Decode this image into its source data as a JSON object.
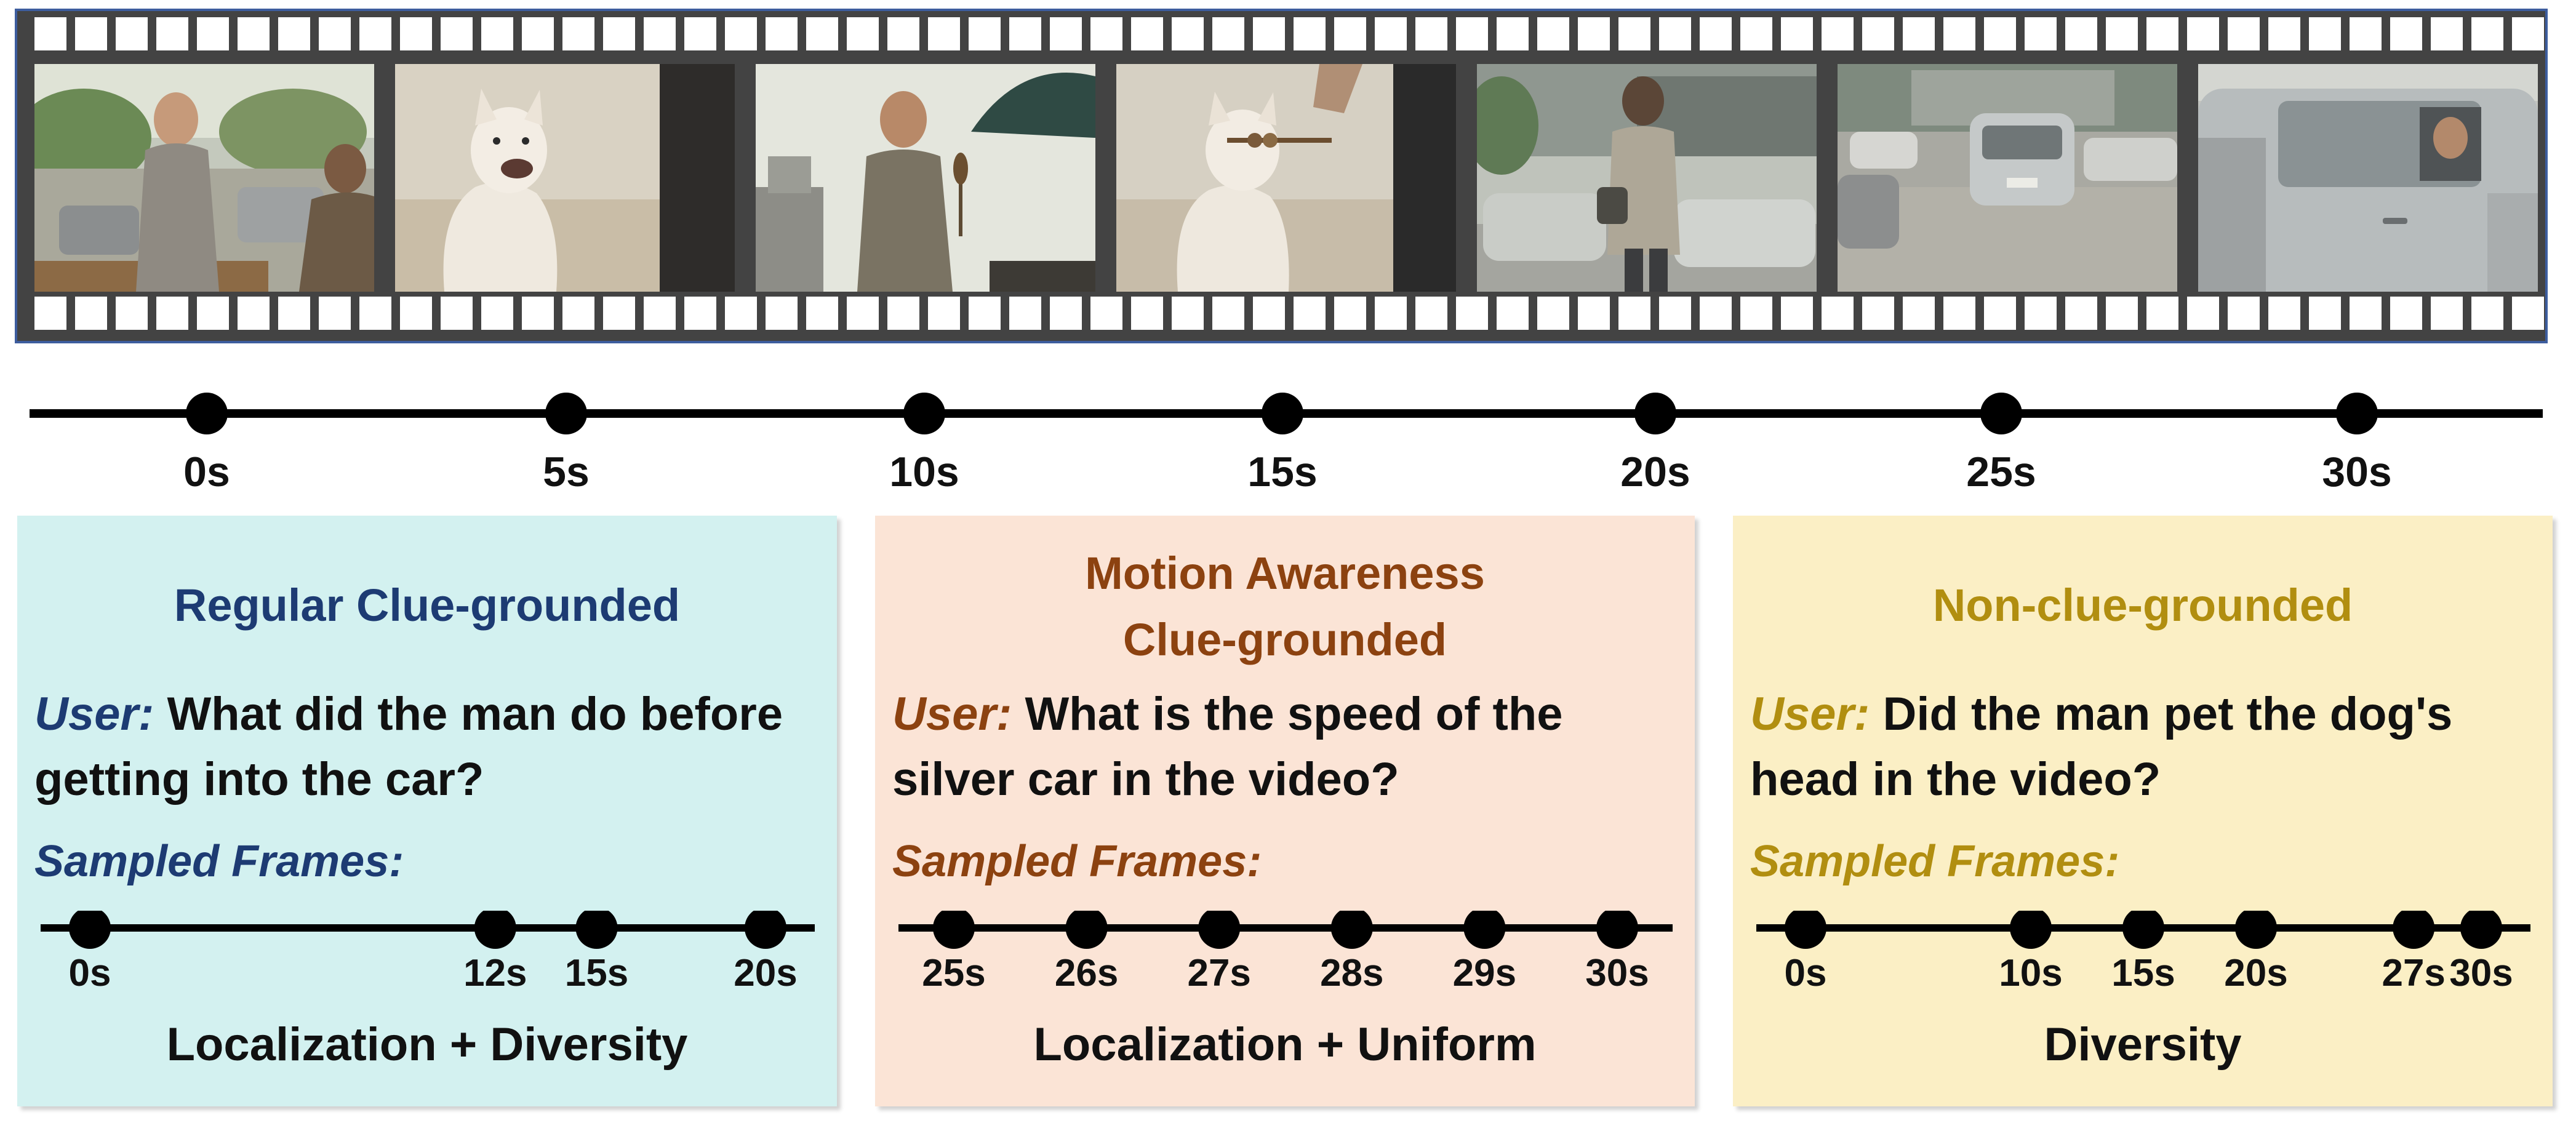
{
  "film_strip": {
    "frames": [
      {
        "name": "frame-man-at-market"
      },
      {
        "name": "frame-white-dog-sitting"
      },
      {
        "name": "frame-man-with-umbrella-and-skewer"
      },
      {
        "name": "frame-dog-with-skewer"
      },
      {
        "name": "frame-man-walking-to-cars"
      },
      {
        "name": "frame-silver-car-in-parking-lot"
      },
      {
        "name": "frame-man-in-car"
      }
    ]
  },
  "main_timeline": {
    "ticks": [
      "0s",
      "5s",
      "10s",
      "15s",
      "20s",
      "25s",
      "30s"
    ]
  },
  "panels": [
    {
      "title_lines": [
        "Regular Clue-grounded"
      ],
      "user_label": "User:",
      "question": "What did the man do before getting into the car?",
      "sampled_label": "Sampled Frames:",
      "frames": [
        "0s",
        "12s",
        "15s",
        "20s"
      ],
      "frame_seconds": [
        0,
        12,
        15,
        20
      ],
      "strategy": "Localization + Diversity",
      "accent": "#1d3b73",
      "background": "#d3f1f0"
    },
    {
      "title_lines": [
        "Motion Awareness",
        "Clue-grounded"
      ],
      "user_label": "User:",
      "question": "What is the speed of the silver car in the video?",
      "sampled_label": "Sampled Frames:",
      "frames": [
        "25s",
        "26s",
        "27s",
        "28s",
        "29s",
        "30s"
      ],
      "frame_seconds": [
        25,
        26,
        27,
        28,
        29,
        30
      ],
      "strategy": "Localization + Uniform",
      "accent": "#8c4210",
      "background": "#fbe4d6"
    },
    {
      "title_lines": [
        "Non-clue-grounded"
      ],
      "user_label": "User:",
      "question": "Did the man pet the dog's head in the video?",
      "sampled_label": "Sampled Frames:",
      "frames": [
        "0s",
        "10s",
        "15s",
        "20s",
        "27s",
        "30s"
      ],
      "frame_seconds": [
        0,
        10,
        15,
        20,
        27,
        30
      ],
      "strategy": "Diversity",
      "accent": "#b18e10",
      "background": "#fbefc5"
    }
  ]
}
